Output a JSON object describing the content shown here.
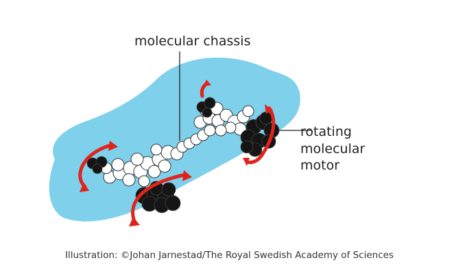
{
  "labels": {
    "chassis": "molecular chassis",
    "motor_line1": "rotating",
    "motor_line2": "molecular",
    "motor_line3": "motor"
  },
  "caption": "Illustration: ©Johan Jarnestad/The Royal Swedish Academy of Sciences",
  "colors": {
    "car_body": "#7fd0ea",
    "atom_white": "#ffffff",
    "atom_dark": "#151515",
    "arrow": "#e0231b",
    "line": "#222222"
  }
}
